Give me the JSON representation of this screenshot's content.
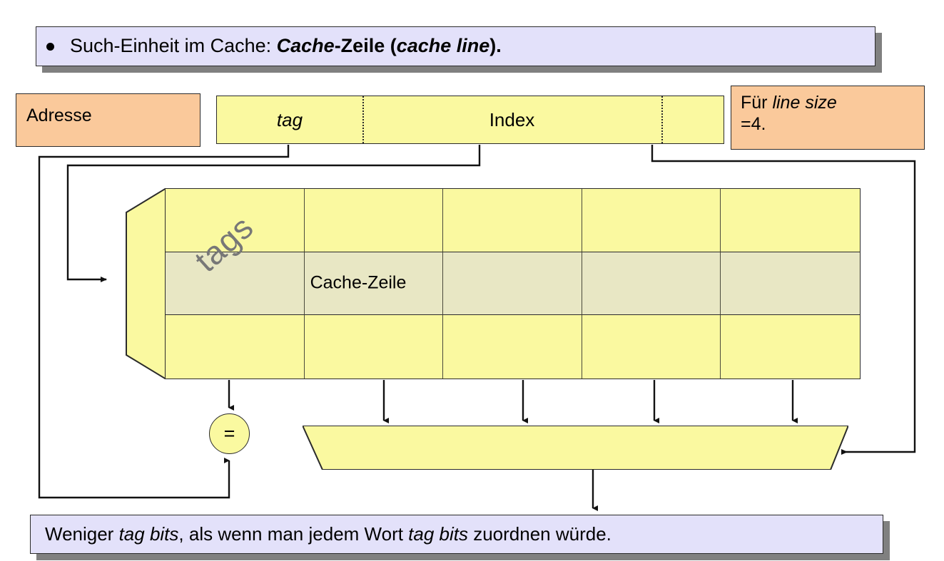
{
  "header": {
    "bullet_icon": "bullet-dot",
    "text_plain_1": "Such-Einheit im Cache: ",
    "text_bold_italic_1": "Cache",
    "text_bold_1": "-Zeile",
    "text_plain_2": " (",
    "text_bold_italic_2": "cache line",
    "text_plain_3": ")."
  },
  "footer": {
    "text_plain_1": "Weniger ",
    "text_italic_1": "tag bits",
    "text_plain_2": ", als wenn man jedem Wort ",
    "text_italic_2": "tag bits",
    "text_plain_3": " zuordnen würde."
  },
  "address_label": {
    "text": "Adresse"
  },
  "line_size_note": {
    "text_plain_1": "Für ",
    "text_italic_1": "line size",
    "text_plain_2": "=4."
  },
  "address_bar": {
    "segments": [
      {
        "label": "tag",
        "style": "italic"
      },
      {
        "label": "Index",
        "style": "normal"
      },
      {
        "label": "",
        "style": "normal"
      }
    ]
  },
  "cache": {
    "tags_label": "tags",
    "row_count": 3,
    "column_count": 5,
    "highlight_row_index": 1,
    "cache_line_label": "Cache-Zeile",
    "cache_line_cell_index": 1
  },
  "comparator": {
    "label": "="
  },
  "mux": {
    "label": "",
    "input_count": 4
  },
  "colors": {
    "banner_fill": "#e3e1fa",
    "banner_shadow": "#808080",
    "note_fill": "#fac99b",
    "yellow_fill": "#faf9a0",
    "highlight_fill": "#e8e7c4",
    "stroke": "#2b2b2b",
    "tags_text": "#777777"
  }
}
